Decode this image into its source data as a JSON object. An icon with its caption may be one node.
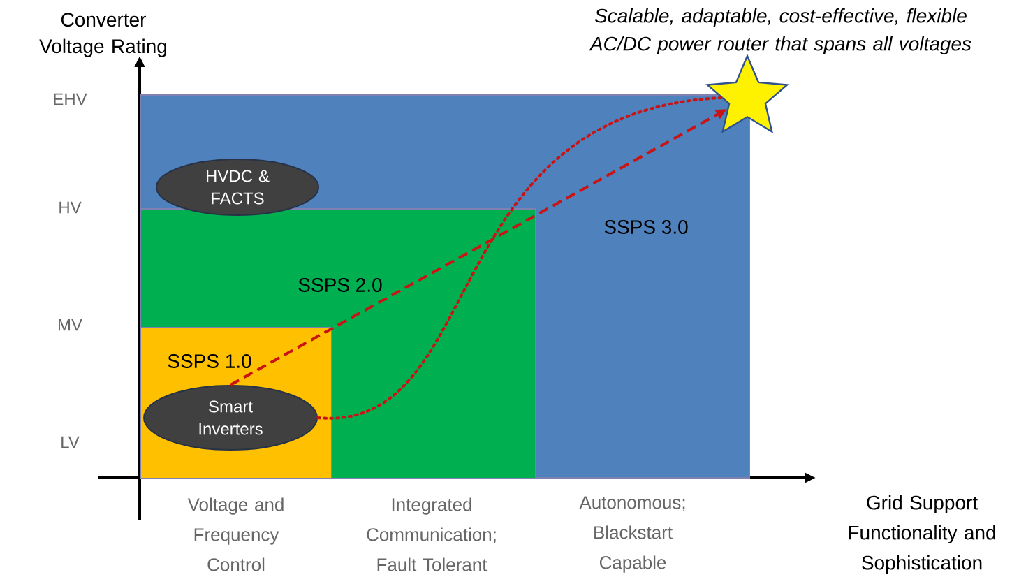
{
  "diagram": {
    "nodes": [
      {
        "text": [
          "SSPS 3.0"
        ]
      },
      {
        "text": [
          "SSPS 2.0"
        ],
        "in": 0
      },
      {
        "text": [
          "SSPS 1.0"
        ],
        "in": 1
      },
      {
        "text": [
          "HVDC & FACTS"
        ],
        "in": 0
      },
      {
        "text": [
          "Smart Inverters"
        ],
        "in": 2
      },
      {
        "text": [],
        "shape": "star",
        "beside": [
          "Scalable, adaptable, cost-effective, flexible AC/DC power router that spans all voltages"
        ]
      }
    ],
    "edges": [
      {
        "from": 4,
        "to": 5,
        "arrow": "to",
        "style": "dashed"
      },
      {
        "from": 4,
        "to": 5,
        "arrow": "none"
      }
    ],
    "labels": [
      "Converter Voltage Rating",
      "EHV",
      "HV",
      "MV",
      "LV",
      "Voltage and Frequency Control",
      "Integrated Communication; Fault Tolerant",
      "Autonomous; Blackstart Capable",
      "Grid Support Functionality and Sophistication"
    ]
  }
}
